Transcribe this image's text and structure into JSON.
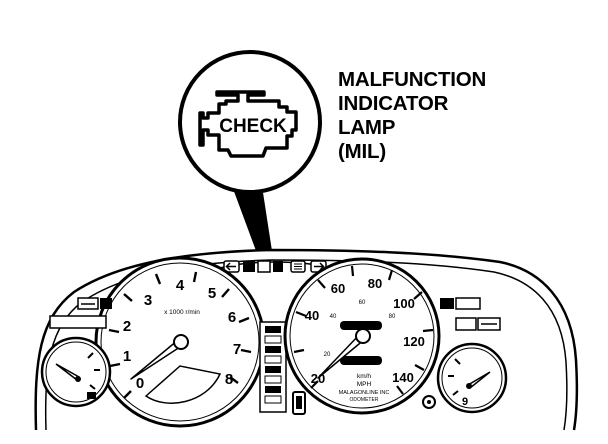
{
  "callout": {
    "lines": [
      "MALFUNCTION",
      "INDICATOR",
      "LAMP",
      "(MIL)"
    ],
    "lamp_text": "CHECK"
  },
  "tachometer": {
    "scale_numbers": [
      "0",
      "1",
      "2",
      "3",
      "4",
      "5",
      "6",
      "7",
      "8"
    ],
    "unit_label": "x 1000 r/min"
  },
  "speedometer": {
    "km_numbers": [
      "20",
      "40",
      "60",
      "80",
      "100",
      "120",
      "140"
    ],
    "mph_numbers": [
      "20",
      "40",
      "60",
      "80"
    ],
    "unit_label": "km/h",
    "unit_label_2": "MPH",
    "maker_line_1": "MALAGONLINE INC",
    "maker_line_2": "ODOMETER"
  },
  "colors": {
    "ink": "#000000",
    "paper": "#ffffff"
  }
}
